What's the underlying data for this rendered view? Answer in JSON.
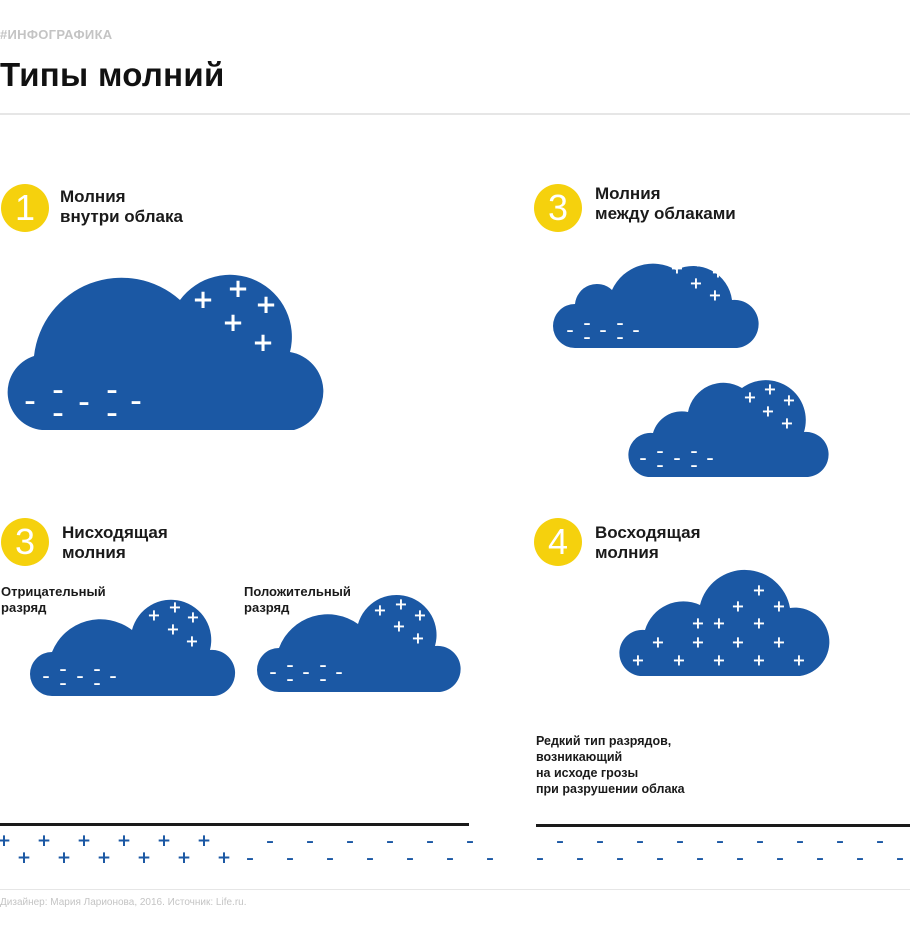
{
  "header": {
    "tag": "#ИНФОГРАФИКА",
    "title": "Типы молний"
  },
  "sections": [
    {
      "number": "1",
      "label": "Молния\nвнутри облака"
    },
    {
      "number": "3",
      "label": "Молния\nмежду облаками"
    },
    {
      "number": "3",
      "label": "Нисходящая\nмолния"
    },
    {
      "number": "4",
      "label": "Восходящая\nмолния"
    }
  ],
  "sub_labels": {
    "negative": "Отрицательный\nразряд",
    "positive": "Положительный\nразряд"
  },
  "note": "Редкий тип разрядов,\nвозникающий\nна исходе грозы\nпри разрушении облака",
  "symbols": {
    "plus": "+",
    "minus": "–"
  },
  "colors": {
    "cloud": "#1b58a4",
    "badge": "#f5d10d"
  },
  "footer": "Дизайнер: Мария Ларионова, 2016. Источник: Life.ru."
}
